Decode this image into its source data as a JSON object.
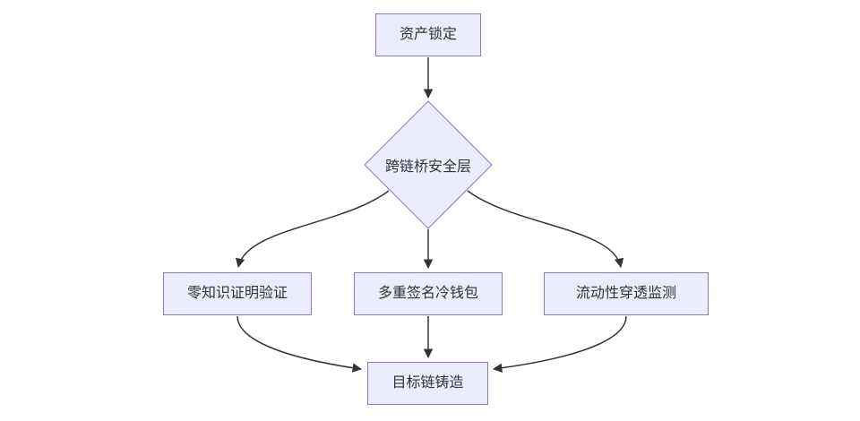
{
  "diagram": {
    "type": "flowchart",
    "direction": "top-down",
    "colors": {
      "background": "#ffffff",
      "node_fill": "#ECECFF",
      "node_border": "#9370DB",
      "edge_color": "#333333",
      "text_color": "#333333"
    },
    "nodes": [
      {
        "id": "asset-lock",
        "label": "资产锁定",
        "shape": "rect"
      },
      {
        "id": "bridge-security-layer",
        "label": "跨链桥安全层",
        "shape": "diamond"
      },
      {
        "id": "zk-proof-verification",
        "label": "零知识证明验证",
        "shape": "rect"
      },
      {
        "id": "multisig-cold-wallet",
        "label": "多重签名冷钱包",
        "shape": "rect"
      },
      {
        "id": "liquidity-monitoring",
        "label": "流动性穿透监测",
        "shape": "rect"
      },
      {
        "id": "target-chain-mint",
        "label": "目标链铸造",
        "shape": "rect"
      }
    ],
    "edges": [
      {
        "from": "asset-lock",
        "to": "bridge-security-layer"
      },
      {
        "from": "bridge-security-layer",
        "to": "zk-proof-verification"
      },
      {
        "from": "bridge-security-layer",
        "to": "multisig-cold-wallet"
      },
      {
        "from": "bridge-security-layer",
        "to": "liquidity-monitoring"
      },
      {
        "from": "zk-proof-verification",
        "to": "target-chain-mint"
      },
      {
        "from": "multisig-cold-wallet",
        "to": "target-chain-mint"
      },
      {
        "from": "liquidity-monitoring",
        "to": "target-chain-mint"
      }
    ]
  }
}
